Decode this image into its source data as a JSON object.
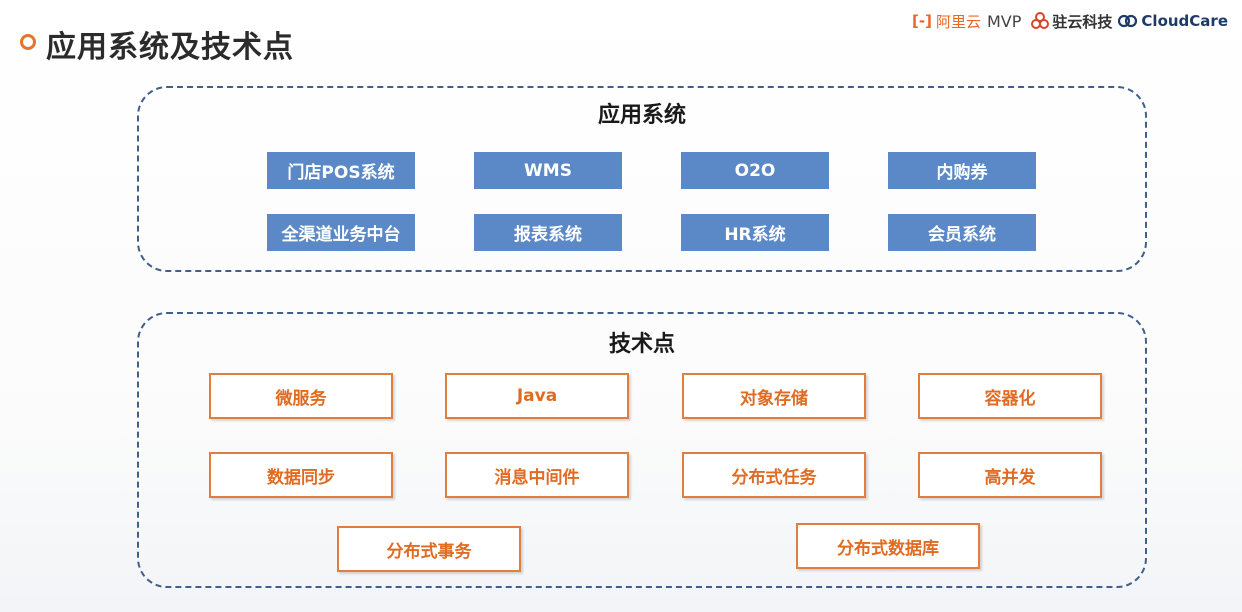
{
  "header": {
    "title": "应用系统及技术点",
    "logos": {
      "aliyun_bracket": "[-]",
      "aliyun_text": "阿里云",
      "mvp": "MVP",
      "zhuyun": "驻云科技",
      "cloudcare": "CloudCare"
    }
  },
  "app_section": {
    "title": "应用系统",
    "items": [
      "门店POS系统",
      "WMS",
      "O2O",
      "内购券",
      "全渠道业务中台",
      "报表系统",
      "HR系统",
      "会员系统"
    ]
  },
  "tech_section": {
    "title": "技术点",
    "items": [
      "微服务",
      "Java",
      "对象存储",
      "容器化",
      "数据同步",
      "消息中间件",
      "分布式任务",
      "高并发",
      "分布式事务",
      "分布式数据库"
    ]
  },
  "colors": {
    "accent_orange": "#e06b22",
    "app_box_blue": "#5b89c7",
    "panel_border": "#3f5f8c"
  }
}
